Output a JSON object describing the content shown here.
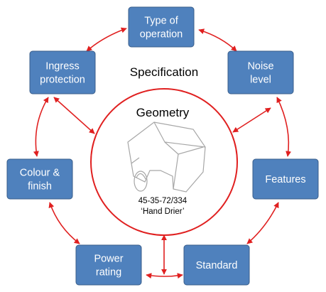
{
  "title": "Specification",
  "center": {
    "heading": "Geometry",
    "code": "45-35-72/334",
    "name": "‘Hand Drier’"
  },
  "boxes": [
    {
      "id": "type-of-operation",
      "lines": [
        "Type of",
        "operation"
      ]
    },
    {
      "id": "noise-level",
      "lines": [
        "Noise",
        "level"
      ]
    },
    {
      "id": "features",
      "lines": [
        "Features"
      ]
    },
    {
      "id": "standard",
      "lines": [
        "Standard"
      ]
    },
    {
      "id": "power-rating",
      "lines": [
        "Power",
        "rating"
      ]
    },
    {
      "id": "colour-finish",
      "lines": [
        "Colour &",
        "finish"
      ]
    },
    {
      "id": "ingress-protection",
      "lines": [
        "Ingress",
        "protection"
      ]
    }
  ],
  "colors": {
    "box_fill": "#4f81bd",
    "box_stroke": "#385d8a",
    "arrow": "#e02020",
    "circle": "#e02020",
    "sketch": "#a6a6a6"
  }
}
